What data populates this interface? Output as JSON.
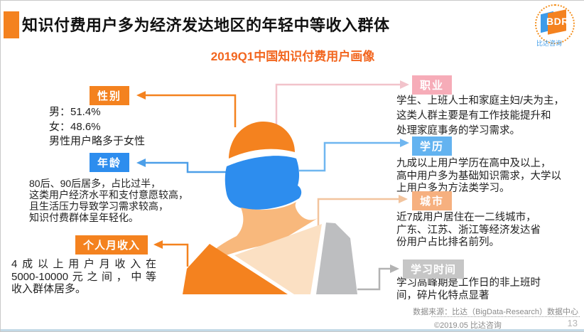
{
  "slide": {
    "title": "知识付费用户多为经济发达地区的年轻中等收入群体",
    "subtitle": "2019Q1中国知识付费用户画像",
    "logo": {
      "text": "BDR",
      "caption": "比达咨询"
    }
  },
  "profile": {
    "gender": {
      "label": "性别",
      "color": "#F4821F",
      "lines": [
        "男：51.4%",
        "女：48.6%",
        "男性用户略多于女性"
      ]
    },
    "age": {
      "label": "年龄",
      "color": "#2D8DEE",
      "lines": [
        "80后、90后居多，占比过半，",
        "这类用户经济水平和支付意愿较高，",
        "且生活压力导致学习需求较高，",
        "知识付费群体呈年轻化。"
      ]
    },
    "income": {
      "label": "个人月收入",
      "color": "#F4821F",
      "lines": [
        "4成以上用户月收入在",
        "5000-10000元之间，中等",
        "收入群体居多。"
      ]
    },
    "occupation": {
      "label": "职业",
      "color": "#F6ACB8",
      "lines": [
        "学生、上班人士和家庭主妇/夫为主，",
        "这类人群主要是有工作技能提升和",
        "处理家庭事务的学习需求。"
      ]
    },
    "education": {
      "label": "学历",
      "color": "#63B3F0",
      "lines": [
        "九成以上用户学历在高中及以上，",
        "高中用户多为基础知识需求，大学以",
        "上用户多为方法类学习。"
      ]
    },
    "city": {
      "label": "城市",
      "color": "#F6B07F",
      "lines": [
        "近7成用户居住在一二线城市，",
        "广东、江苏、浙江等经济发达省",
        "份用户占比排名前列。"
      ]
    },
    "study_time": {
      "label": "学习时间",
      "color": "#C6C6C6",
      "lines": [
        "学习高峰期是工作日的非上班时",
        "间，碎片化特点显著"
      ]
    }
  },
  "footer": {
    "source": "数据来源：比达（BigData-Research）数据中心",
    "copyright": "©2019.05 比达咨询",
    "page": "13"
  },
  "palette": {
    "accent_orange": "#F4821F",
    "subtitle_orange": "#F2661F",
    "badge_blue": "#2D8DEE",
    "badge_light_blue": "#63B3F0",
    "badge_pink": "#F6ACB8",
    "badge_peach": "#F6B07F",
    "badge_gray": "#C6C6C6",
    "figure_skin": "#F8B87C",
    "figure_back": "#FBE0C3",
    "figure_shoulder_gray": "#BDBEC0",
    "footer_line_blue": "#C3D9E6"
  }
}
